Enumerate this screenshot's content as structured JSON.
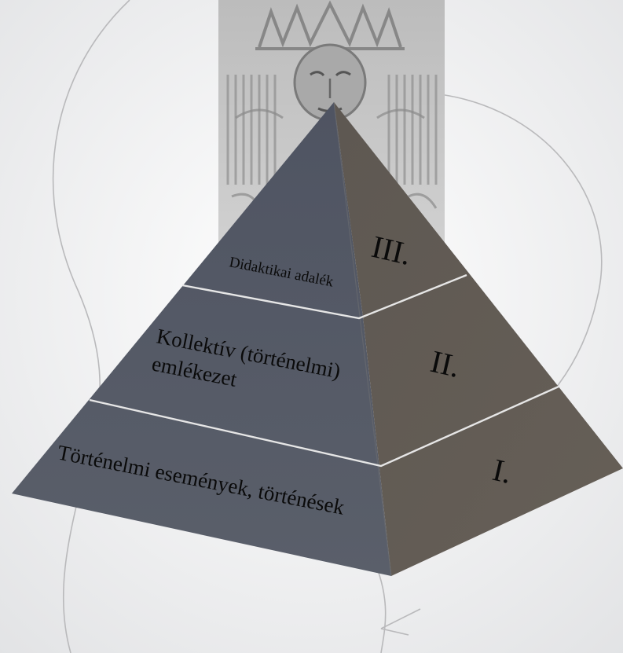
{
  "pyramid": {
    "levels": [
      {
        "numeral": "III.",
        "label_lines": [
          "Didaktikai adalék"
        ]
      },
      {
        "numeral": "II.",
        "label_lines": [
          "Kollektív (történelmi)",
          "emlékezet"
        ]
      },
      {
        "numeral": "I.",
        "label_lines": [
          "Történelmi események, történések"
        ]
      }
    ]
  },
  "colors": {
    "background": "#f4f4f5",
    "left_face": "#555a66",
    "right_face": "#625c55",
    "divider": "#e6e6e6",
    "text": "#0a0a0a"
  }
}
